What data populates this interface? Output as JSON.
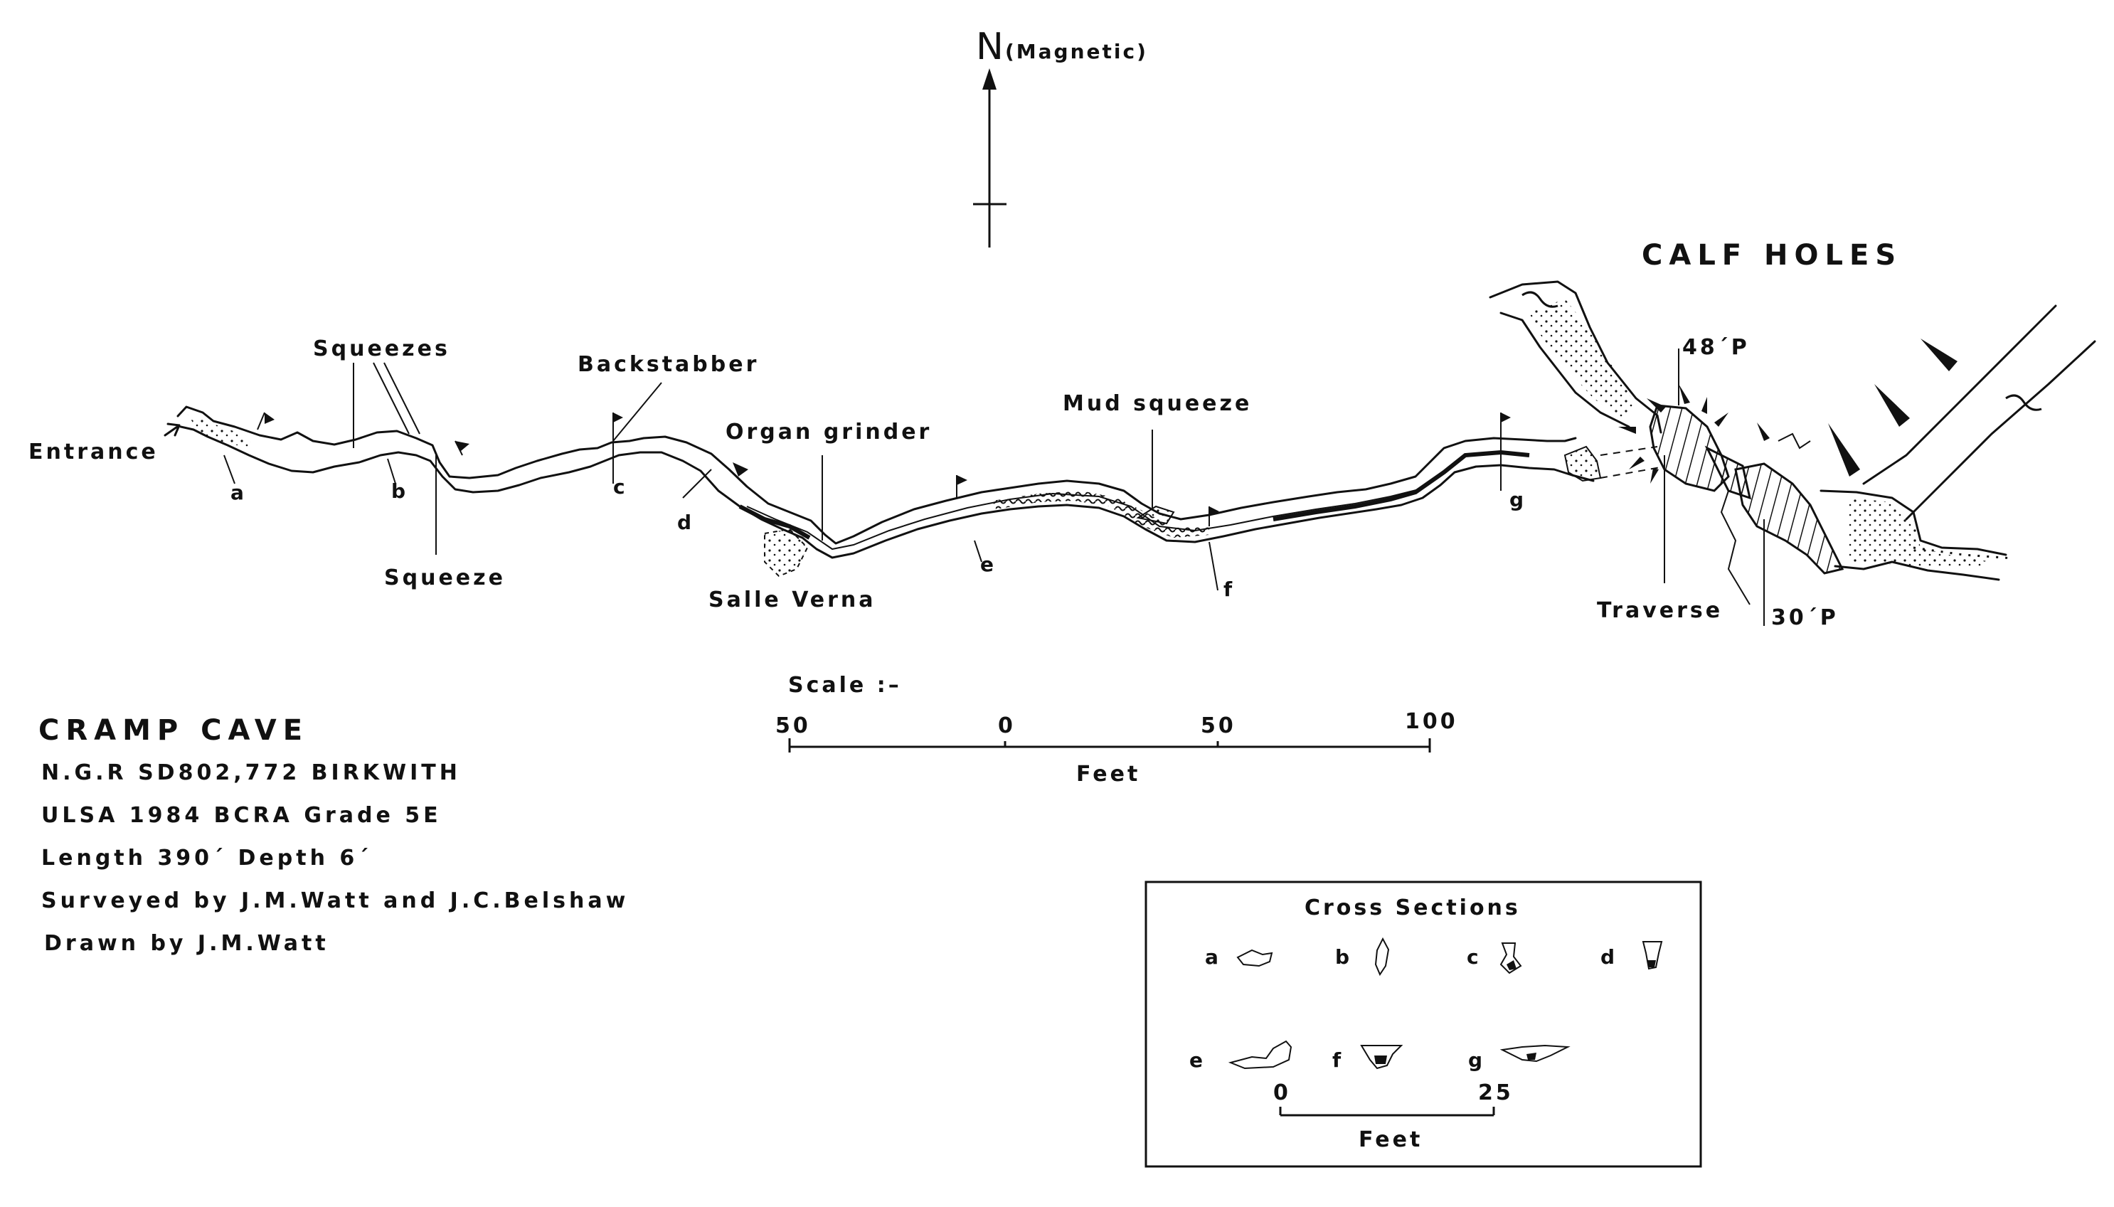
{
  "north_arrow": {
    "letter": "N",
    "qualifier": "(Magnetic)"
  },
  "features": {
    "calf_holes": "CALF HOLES",
    "entrance": "Entrance",
    "squeezes": "Squeezes",
    "squeeze": "Squeeze",
    "backstabber": "Backstabber",
    "organ_grinder": "Organ grinder",
    "salle_verna": "Salle Verna",
    "mud_squeeze": "Mud squeeze",
    "traverse": "Traverse",
    "pitch_48": "48´P",
    "pitch_30": "30´P"
  },
  "section_markers": [
    "a",
    "b",
    "c",
    "d",
    "e",
    "f",
    "g"
  ],
  "scale_bar": {
    "title": "Scale :–",
    "ticks": [
      "50",
      "0",
      "50",
      "100"
    ],
    "unit": "Feet"
  },
  "title_block": {
    "name": "CRAMP CAVE",
    "ngr": "N.G.R SD802,772 BIRKWITH",
    "survey_grade": "ULSA 1984 BCRA Grade 5E",
    "dimensions": "Length 390´ Depth 6´",
    "surveyors": "Surveyed by J.M.Watt and J.C.Belshaw",
    "drawn_by": "Drawn by J.M.Watt"
  },
  "cross_sections_box": {
    "title": "Cross Sections",
    "labels": [
      "a",
      "b",
      "c",
      "d",
      "e",
      "f",
      "g"
    ],
    "scale_ticks": [
      "0",
      "25"
    ],
    "unit": "Feet"
  }
}
